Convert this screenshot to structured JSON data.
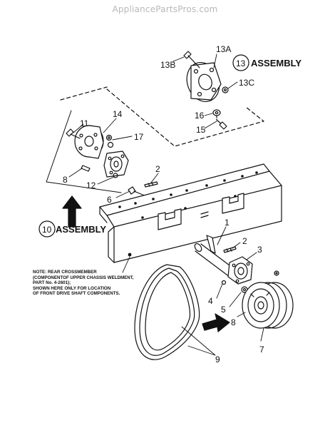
{
  "watermark": "AppliancePartsPros.com",
  "assemblies": [
    {
      "number": "13",
      "label": "ASSEMBLY"
    },
    {
      "number": "10",
      "label": "ASSEMBLY"
    }
  ],
  "callouts": [
    "13A",
    "13B",
    "13C",
    "16",
    "15",
    "14",
    "11",
    "17",
    "2",
    "8",
    "12",
    "6",
    "1",
    "2",
    "3",
    "4",
    "5",
    "8",
    "7",
    "9"
  ],
  "note_lines": [
    "NOTE: REAR CROSSMEMBER",
    "(COMPONENTOF UPPER CHASSIS WELDMENT,",
    "PART No. 4-2601);",
    "SHOWN HERE ONLY FOR LOCATION",
    "OF FRONT DRIVE SHAFT COMPONENTS."
  ]
}
